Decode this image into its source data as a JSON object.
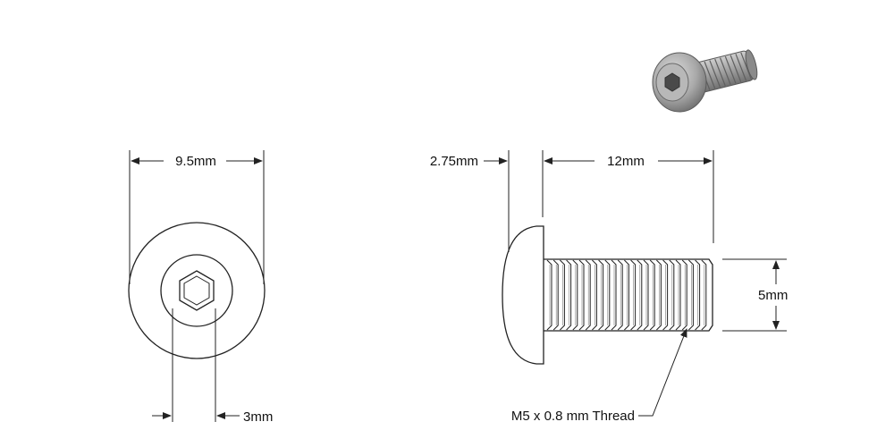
{
  "labels": {
    "head_diameter": "9.5mm",
    "hex_size": "3mm",
    "head_height": "2.75mm",
    "length": "12mm",
    "diameter": "5mm",
    "thread": "M5 x 0.8 mm Thread"
  },
  "colors": {
    "ink": "#222222",
    "render_body": "#a8a8a8",
    "render_shadow": "#6e6e6e",
    "render_highlight": "#d6d6d6"
  }
}
